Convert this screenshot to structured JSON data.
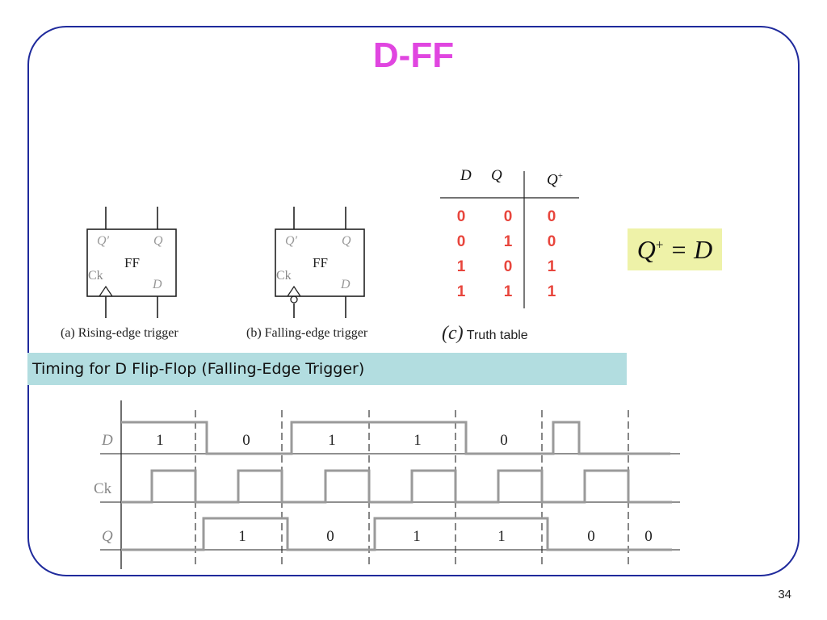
{
  "slide": {
    "title": "D-FF",
    "page_number": "34"
  },
  "flipflops": [
    {
      "id": "rising",
      "caption": "(a) Rising-edge trigger",
      "q_prime": "Q′",
      "q": "Q",
      "center": "FF",
      "ck": "Ck",
      "d": "D"
    },
    {
      "id": "falling",
      "caption": "(b) Falling-edge trigger",
      "q_prime": "Q′",
      "q": "Q",
      "center": "FF",
      "ck": "Ck",
      "d": "D"
    }
  ],
  "truth_table": {
    "headers": {
      "d": "D",
      "q": "Q",
      "q_next": "Q",
      "q_next_sup": "+"
    },
    "rows": [
      [
        "0",
        "0",
        "0"
      ],
      [
        "0",
        "1",
        "0"
      ],
      [
        "1",
        "0",
        "1"
      ],
      [
        "1",
        "1",
        "1"
      ]
    ],
    "caption_letter": "(c)",
    "caption_text": "Truth table",
    "value_color": "#e8453c"
  },
  "equation": {
    "lhs": "Q",
    "lhs_sup": "+",
    "rhs": "= D"
  },
  "timing": {
    "banner": "Timing for D Flip-Flop (Falling-Edge Trigger)",
    "signal_labels": {
      "d": "D",
      "ck": "Ck",
      "q": "Q"
    },
    "d_values": [
      "1",
      "0",
      "1",
      "1",
      "0"
    ],
    "q_values": [
      "1",
      "0",
      "1",
      "1",
      "0",
      "0"
    ],
    "waveform_color": "#9a9a9a",
    "banner_color": "#b2dde0",
    "title_color": "#e046e0",
    "frame_color": "#1f2a9c"
  }
}
